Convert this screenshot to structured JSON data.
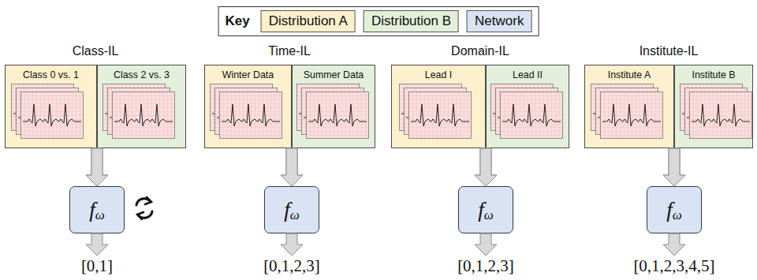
{
  "diagram": {
    "nodes": [
      {
        "text": [
          "Class 0 vs. 1"
        ]
      },
      {
        "text": [
          "Class 2 vs. 3"
        ]
      },
      {
        "text": [
          "Winter Data"
        ]
      },
      {
        "text": [
          "Summer Data"
        ]
      },
      {
        "text": [
          "Lead I"
        ]
      },
      {
        "text": [
          "Lead II"
        ]
      },
      {
        "text": [
          "Institute A"
        ]
      },
      {
        "text": [
          "Institute B"
        ]
      },
      {
        "text": [
          "f",
          "ω"
        ]
      },
      {
        "text": [
          "f",
          "ω"
        ]
      },
      {
        "text": [
          "f",
          "ω"
        ]
      },
      {
        "text": [
          "f",
          "ω"
        ]
      }
    ],
    "edges": [
      {
        "from": 0,
        "to": 8,
        "arrow": "to"
      },
      {
        "from": 1,
        "to": 8,
        "arrow": "to"
      },
      {
        "from": 2,
        "to": 9,
        "arrow": "to"
      },
      {
        "from": 3,
        "to": 9,
        "arrow": "to"
      },
      {
        "from": 4,
        "to": 10,
        "arrow": "to"
      },
      {
        "from": 5,
        "to": 10,
        "arrow": "to"
      },
      {
        "from": 6,
        "to": 11,
        "arrow": "to"
      },
      {
        "from": 7,
        "to": 11,
        "arrow": "to"
      }
    ],
    "labels": [
      "Key",
      "Class-IL",
      "Time-IL",
      "Domain-IL",
      "Institute-IL",
      "[0,1]",
      "[0,1,2,3]",
      "[0,1,2,3]",
      "[0,1,2,3,4,5]"
    ],
    "legend": [
      {
        "text": "Distribution A",
        "color": "#fdf0cc"
      },
      {
        "text": "Distribution B",
        "color": "#e3efda"
      },
      {
        "text": "Network",
        "color": "#dae3f3"
      }
    ]
  }
}
